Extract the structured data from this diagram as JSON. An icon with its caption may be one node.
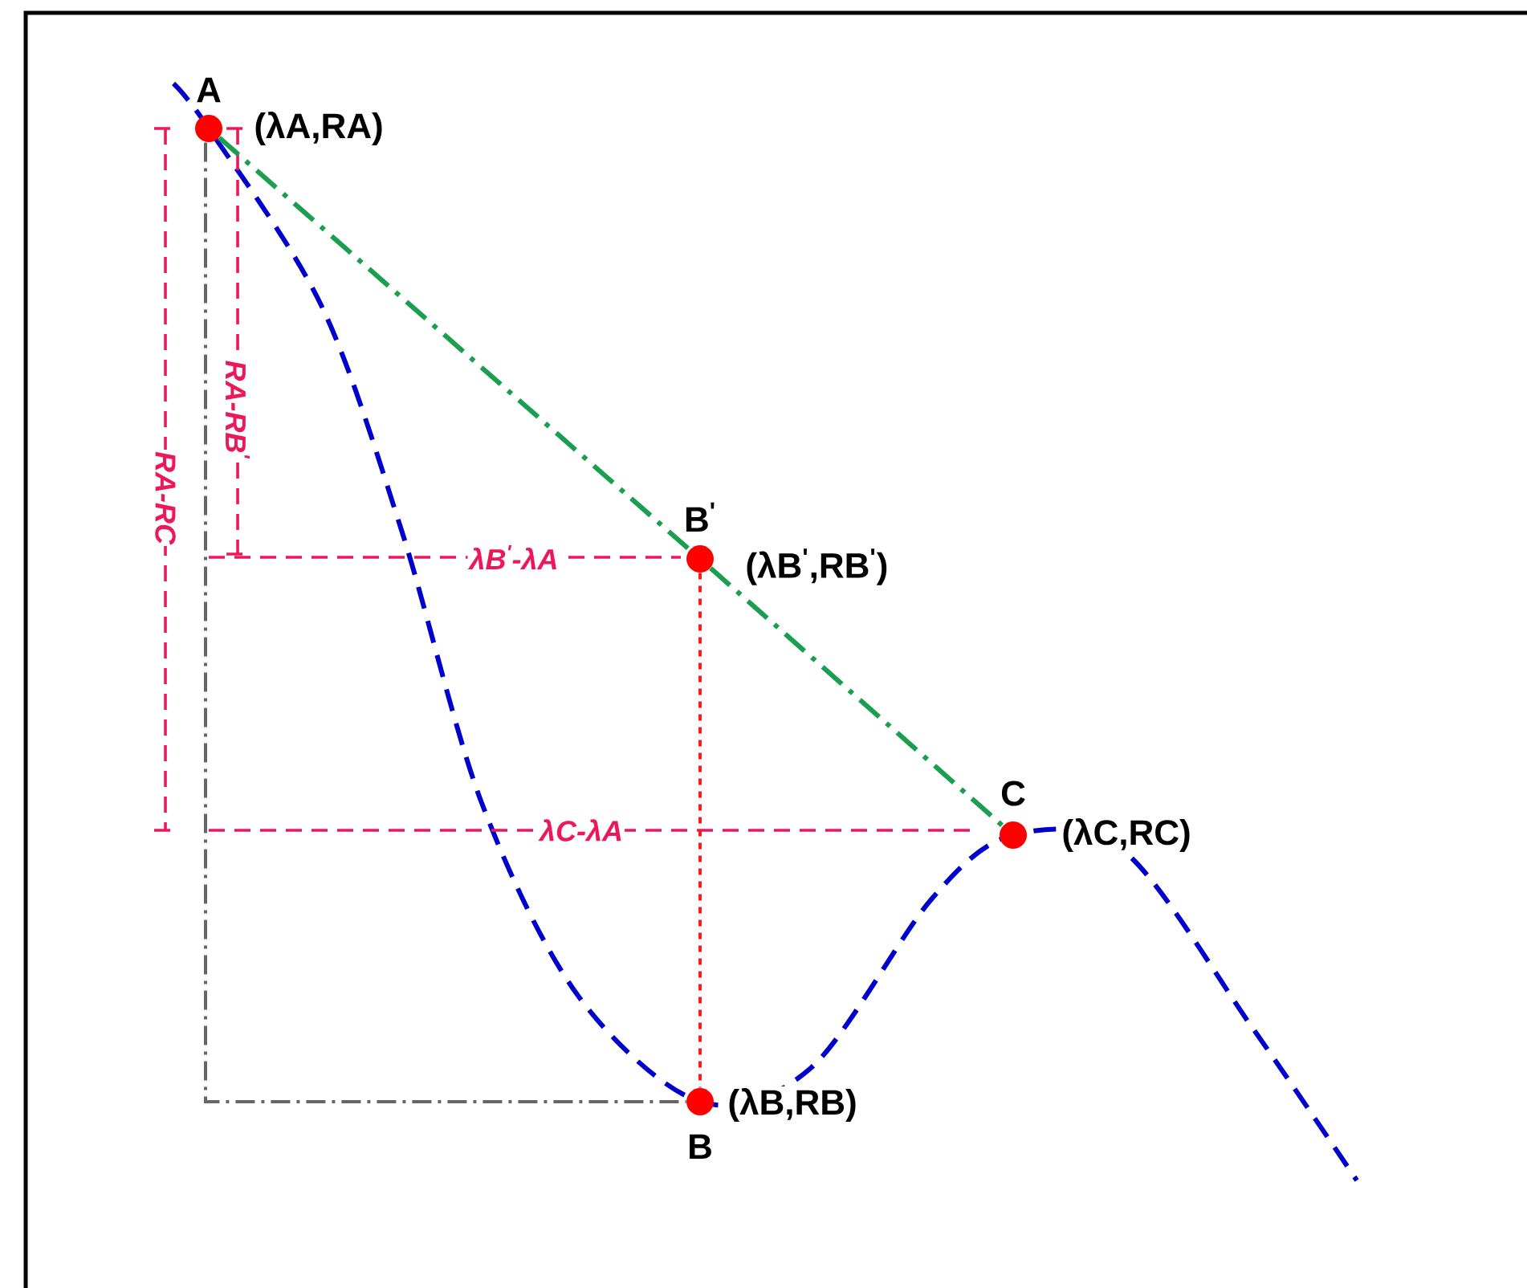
{
  "diagram": {
    "nodes": [
      {
        "text": [
          "A"
        ],
        "beside": [
          "(λA,RA)"
        ]
      },
      {
        "text": [
          "B$^{'}$"
        ],
        "beside": [
          "(λB$^{'}$,RB$^{'}$)"
        ]
      },
      {
        "text": [
          "C"
        ],
        "beside": [
          "(λC,RC)"
        ]
      },
      {
        "text": [
          "B"
        ],
        "beside": [
          "(λB,RB)"
        ]
      }
    ],
    "edges": [
      {
        "from": 0,
        "to": 1,
        "arrow": "none",
        "style": "dashed",
        "color": "#1a9e50"
      },
      {
        "from": 1,
        "to": 2,
        "arrow": "none",
        "style": "dashed",
        "color": "#1a9e50"
      },
      {
        "from": 1,
        "to": 3,
        "arrow": "none",
        "style": "dashed",
        "color": "#ff1a1a"
      },
      {
        "from": 0,
        "to": 3,
        "arrow": "none",
        "style": "dashed",
        "color": "#666666"
      }
    ],
    "labels": [
      "RA-RB$^{'}$",
      "RA-RC",
      "λB$^{'}$-λA",
      "λC-λA"
    ]
  }
}
